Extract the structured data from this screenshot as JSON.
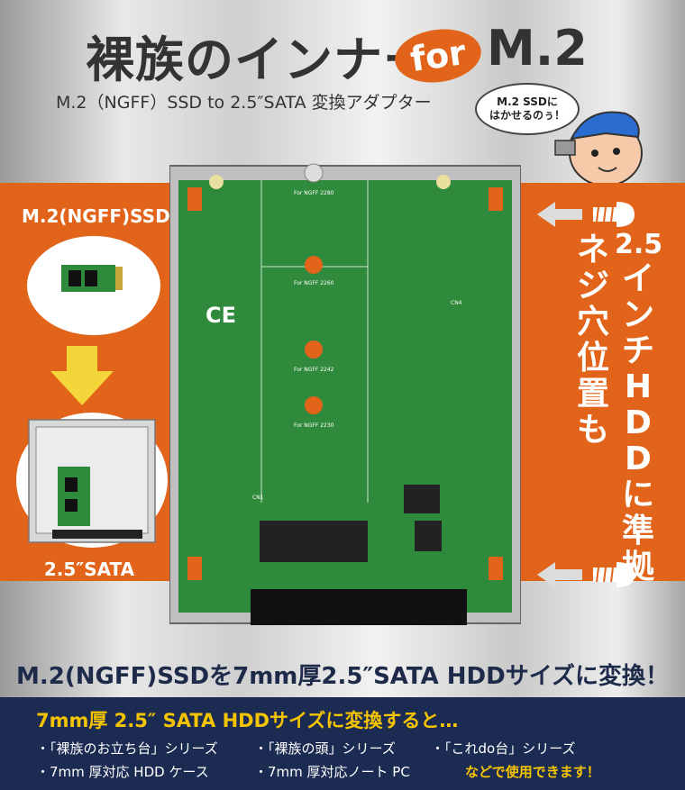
{
  "header": {
    "title": "裸族のインナー",
    "for_badge": "for",
    "model": "M.2",
    "subtitle": "M.2（NGFF）SSD to 2.5″SATA 変換アダプター"
  },
  "bubble": {
    "line1": "M.2 SSDに",
    "line2": "はかせるのぅ！"
  },
  "left_panel": {
    "top_label": "M.2(NGFF)SSD",
    "bottom_label": "2.5″SATA"
  },
  "board": {
    "slot_labels": [
      "For NGFF 2280",
      "For NGFF 2260",
      "For NGFF 2242",
      "For NGFF 2230"
    ],
    "connector_label": "CN1",
    "cn4_label": "CN4"
  },
  "right_panel": {
    "col1": [
      "ネ",
      "ジ",
      "穴",
      "位",
      "置",
      "も"
    ],
    "col2_top": "2.5",
    "col2": [
      "イ",
      "ン",
      "チ",
      "H",
      "D",
      "D",
      "に",
      "準",
      "拠"
    ]
  },
  "tagline": "M.2(NGFF)SSDを7mm厚2.5″SATA HDDサイズに変換！",
  "footer": {
    "heading": "7mm厚 2.5″ SATA HDDサイズに変換すると…",
    "items_row1": [
      "・「裸族のお立ち台」シリーズ",
      "・「裸族の頭」シリーズ",
      "・「これdo台」シリーズ"
    ],
    "items_row2": [
      "・7mm 厚対応 HDD ケース",
      "・7mm 厚対応ノート PC"
    ],
    "closing": "などで使用できます！"
  },
  "colors": {
    "orange": "#e2631a",
    "navy": "#1c2b52",
    "yellow": "#f5c400",
    "pcb_green": "#2f8a3c"
  }
}
